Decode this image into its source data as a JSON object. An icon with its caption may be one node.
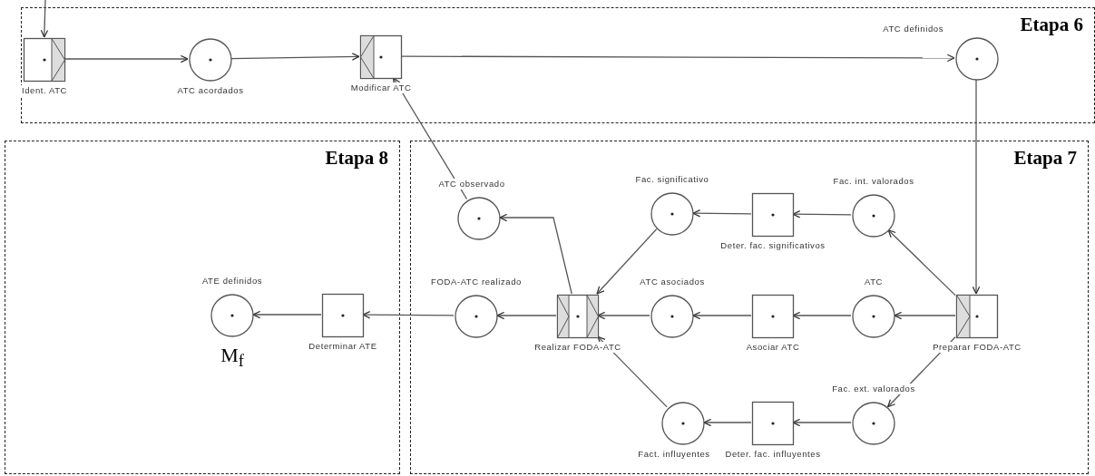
{
  "diagram": {
    "nodes": [
      {
        "text": [
          "Etapa 6"
        ]
      },
      {
        "text": [
          "Etapa 7"
        ]
      },
      {
        "text": [
          "Etapa 8"
        ]
      },
      {
        "text": [
          "Ident. ATC"
        ],
        "in": 0
      },
      {
        "text": [
          "ATC acordados"
        ],
        "in": 0
      },
      {
        "text": [
          "Modificar ATC"
        ],
        "in": 0
      },
      {
        "text": [
          "ATC definidos"
        ],
        "in": 0
      },
      {
        "text": [
          "ATC observado"
        ],
        "in": 1
      },
      {
        "text": [
          "Fac. significativo"
        ],
        "in": 1
      },
      {
        "text": [
          "Deter. fac. significativos"
        ],
        "in": 1
      },
      {
        "text": [
          "Fac. int. valorados"
        ],
        "in": 1
      },
      {
        "text": [
          "FODA-ATC realizado"
        ],
        "in": 1
      },
      {
        "text": [
          "Realizar FODA-ATC"
        ],
        "in": 1
      },
      {
        "text": [
          "ATC asociados"
        ],
        "in": 1
      },
      {
        "text": [
          "Asociar ATC"
        ],
        "in": 1
      },
      {
        "text": [
          "ATC"
        ],
        "in": 1
      },
      {
        "text": [
          "Preparar FODA-ATC"
        ],
        "in": 1
      },
      {
        "text": [
          "Fac. ext. valorados"
        ],
        "in": 1
      },
      {
        "text": [
          "Fact. influyentes"
        ],
        "in": 1
      },
      {
        "text": [
          "Deter. fac. influyentes"
        ],
        "in": 1
      },
      {
        "text": [
          "ATE definidos"
        ],
        "in": 2,
        "beside": [
          "M$_{f}$"
        ]
      },
      {
        "text": [
          "Determinar ATE"
        ],
        "in": 2
      }
    ],
    "edges": [
      {
        "from": null,
        "to": 3,
        "arrow": "to"
      },
      {
        "from": 3,
        "to": 4,
        "arrow": "to"
      },
      {
        "from": 4,
        "to": 5,
        "arrow": "to"
      },
      {
        "from": 5,
        "to": 6,
        "arrow": "to"
      },
      {
        "from": 6,
        "to": 16,
        "arrow": "to"
      },
      {
        "from": 16,
        "to": 10,
        "arrow": "to"
      },
      {
        "from": 16,
        "to": 15,
        "arrow": "to"
      },
      {
        "from": 16,
        "to": 17,
        "arrow": "to"
      },
      {
        "from": 10,
        "to": 9,
        "arrow": "to"
      },
      {
        "from": 9,
        "to": 8,
        "arrow": "to"
      },
      {
        "from": 8,
        "to": 12,
        "arrow": "to"
      },
      {
        "from": 15,
        "to": 14,
        "arrow": "to"
      },
      {
        "from": 14,
        "to": 13,
        "arrow": "to"
      },
      {
        "from": 13,
        "to": 12,
        "arrow": "to"
      },
      {
        "from": 17,
        "to": 19,
        "arrow": "to"
      },
      {
        "from": 19,
        "to": 18,
        "arrow": "to"
      },
      {
        "from": 18,
        "to": 12,
        "arrow": "to"
      },
      {
        "from": 12,
        "to": 7,
        "arrow": "to"
      },
      {
        "from": 7,
        "to": 5,
        "arrow": "to"
      },
      {
        "from": 12,
        "to": 11,
        "arrow": "to"
      },
      {
        "from": 11,
        "to": 21,
        "arrow": "to"
      },
      {
        "from": 21,
        "to": 20,
        "arrow": "to"
      }
    ]
  }
}
